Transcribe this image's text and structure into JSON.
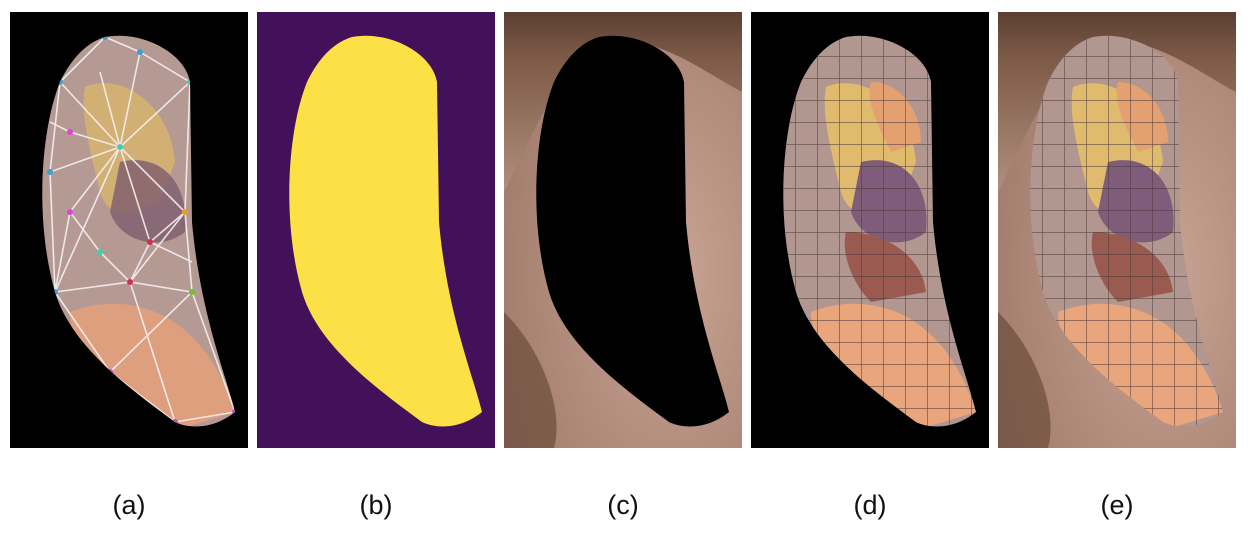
{
  "figure": {
    "panels": [
      {
        "label": "(a)"
      },
      {
        "label": "(b)"
      },
      {
        "label": "(c)"
      },
      {
        "label": "(d)"
      },
      {
        "label": "(e)"
      }
    ]
  },
  "colors": {
    "panel_background_black": "#000000",
    "mask_background": "#43115a",
    "mask_foreground": "#fbe145",
    "skin": "#b89586",
    "hair": "#6b4b3c"
  },
  "icons": {
    "mesh_points": "colored-landmark-dots"
  }
}
